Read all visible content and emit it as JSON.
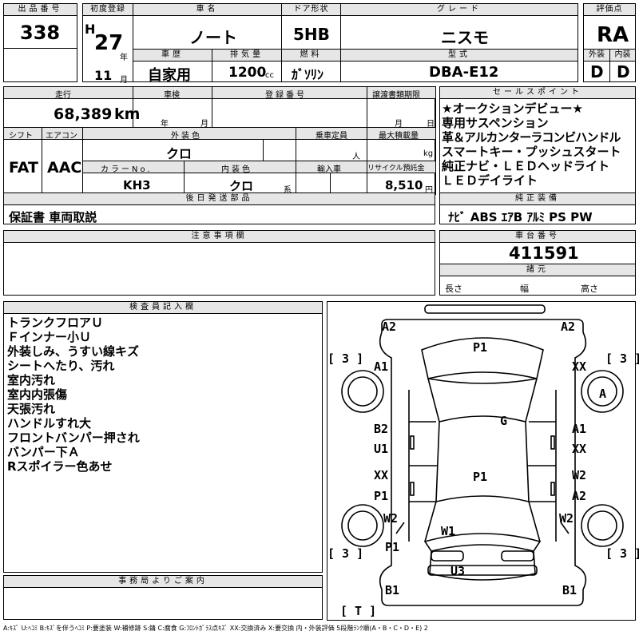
{
  "header": {
    "lot_no_label": "出品番号",
    "lot_no": "338",
    "first_reg_label": "初度登録",
    "era": "H",
    "year_num": "27",
    "year_unit": "年",
    "month_num": "11",
    "month_unit": "月",
    "car_name_label": "車名",
    "car_name": "ノート",
    "history_label": "車歴",
    "history": "自家用",
    "displacement_label": "排気量",
    "displacement": "1200",
    "displacement_unit": "cc",
    "door_label": "ドア形状",
    "door": "5HB",
    "fuel_label": "燃料",
    "fuel": "ｶﾞｿﾘﾝ",
    "grade_label": "グレード",
    "grade": "ニスモ",
    "model_label": "型式",
    "model": "DBA-E12",
    "score_label": "評価点",
    "score": "RA",
    "ext_label": "外装",
    "ext": "D",
    "int_label": "内装",
    "int": "D"
  },
  "details": {
    "mileage_label": "走行",
    "mileage": "68,389",
    "mileage_unit": "km",
    "inspection_label": "車検",
    "inspection_year": "年",
    "inspection_month": "月",
    "reg_no_label": "登録番号",
    "transfer_label": "譲渡書類期限",
    "transfer_month": "月",
    "transfer_day": "日",
    "shift_label": "シフト",
    "shift": "FAT",
    "ac_label": "エアコン",
    "ac": "AAC",
    "ext_color_label": "外装色",
    "ext_color": "クロ",
    "capacity_label": "乗車定員",
    "capacity_unit": "人",
    "load_label": "最大積載量",
    "load_unit": "kg",
    "color_no_label": "カラーNo.",
    "color_no": "KH3",
    "int_color_label": "内装色",
    "int_color": "クロ",
    "int_color_unit": "系",
    "import_label": "輸入車",
    "recycle_label": "リサイクル預託金",
    "recycle": "8,510",
    "recycle_unit": "円"
  },
  "later_parts": {
    "label": "後日発送部品",
    "value": "保証書 車両取説"
  },
  "sales_points": {
    "label": "セールスポイント",
    "items": [
      "★オークションデビュー★",
      "専用サスペンション",
      "革＆アルカンターラコンビハンドル",
      "スマートキー・プッシュスタート",
      "純正ナビ・ＬＥＤヘッドライト",
      "ＬＥＤデイライト"
    ]
  },
  "equipment": {
    "label": "純正装備",
    "value": "ﾅﾋﾞ ABS ｴｱB ｱﾙﾐ PS PW"
  },
  "caution": {
    "label": "注意事項欄"
  },
  "chassis": {
    "label": "車台番号",
    "value": "411591"
  },
  "dimensions": {
    "label": "諸元",
    "length": "長さ",
    "width": "幅",
    "height": "高さ"
  },
  "inspector": {
    "label": "検査員記入欄",
    "notes": [
      "トランクフロアＵ",
      "Ｆインナー小Ｕ",
      "外装しみ、うすい線キズ",
      "シートへたり、汚れ",
      "室内汚れ",
      "室内内張傷",
      "天張汚れ",
      "ハンドルすれ大",
      "フロントバンパー押され",
      "バンパー下Ａ",
      "Rスポイラー色あせ"
    ]
  },
  "office": {
    "label": "事務局よりご案内"
  },
  "diagram": {
    "rear_left": "A2",
    "rear_right": "A2",
    "tire_rl": "[ 3 ]",
    "tire_rr": "[ 3 ]",
    "tire_fl": "[ 3 ]",
    "tire_fr": "[ 3 ]",
    "spare": "[ T ]",
    "rear_glass": "P1",
    "rear_q_left": "A1",
    "rear_q_right": "XX",
    "rear_wheel_right": "A",
    "roof": "G",
    "rear_door_left_1": "B2",
    "rear_door_left_2": "U1",
    "rear_door_right_1": "A1",
    "rear_door_right_2": "XX",
    "front_door_left_1": "XX",
    "front_door_left_2": "P1",
    "front_door_right_1": "W2",
    "front_door_right_2": "A2",
    "hood_top": "P1",
    "fender_left": "W2",
    "fender_right": "W2",
    "windshield": "W1",
    "front_left": "P1",
    "front_bumper": "U3",
    "front_corner_left": "B1",
    "front_corner_right": "B1"
  },
  "legend": "A:ｷｽﾞ U:ﾍｺﾐ B:ｷｽﾞを伴うﾍｺﾐ P:要塗装 W:補修跡 S:錆 C:腐食 G:ﾌﾛﾝﾄｶﾞﾗｽ点ｷｽﾞ XX:交換済み X:要交換 内・外装評価 5段階ﾗﾝｸ順(A・B・C・D・E) 2"
}
